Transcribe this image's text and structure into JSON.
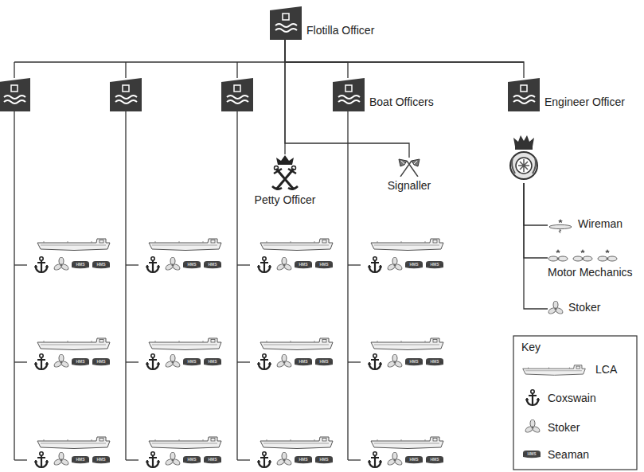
{
  "diagram": {
    "nodes": [
      {
        "text": [
          "Flotilla Officer"
        ]
      },
      {
        "text": [
          "Boat Officers"
        ]
      },
      {
        "text": [
          "Engineer Officer"
        ]
      },
      {
        "text": [
          "Petty Officer"
        ]
      },
      {
        "text": [
          "Signaller"
        ]
      },
      {
        "text": [
          "Wireman"
        ]
      },
      {
        "text": [
          "Motor Mechanics"
        ]
      },
      {
        "text": [
          "Stoker"
        ]
      }
    ],
    "edges": [
      {
        "from": 0,
        "to": 1,
        "arrow": "none"
      },
      {
        "from": 0,
        "to": 2,
        "arrow": "none"
      },
      {
        "from": 0,
        "to": 3,
        "arrow": "none"
      },
      {
        "from": 0,
        "to": 4,
        "arrow": "none"
      },
      {
        "from": 2,
        "to": 5,
        "arrow": "none"
      },
      {
        "from": 2,
        "to": 6,
        "arrow": "none"
      },
      {
        "from": 2,
        "to": 7,
        "arrow": "none"
      }
    ],
    "labels": [
      "Key",
      "HMS",
      "HMS",
      "HMS",
      "HMS",
      "HMS",
      "HMS",
      "HMS",
      "HMS",
      "HMS",
      "HMS",
      "HMS",
      "HMS",
      "HMS",
      "HMS",
      "HMS",
      "HMS",
      "HMS",
      "HMS",
      "HMS",
      "HMS",
      "HMS",
      "HMS",
      "HMS",
      "HMS",
      "HMS"
    ],
    "legend": [
      {
        "text": "LCA"
      },
      {
        "text": "Coxswain"
      },
      {
        "text": "Stoker"
      },
      {
        "text": "Seaman"
      }
    ]
  }
}
